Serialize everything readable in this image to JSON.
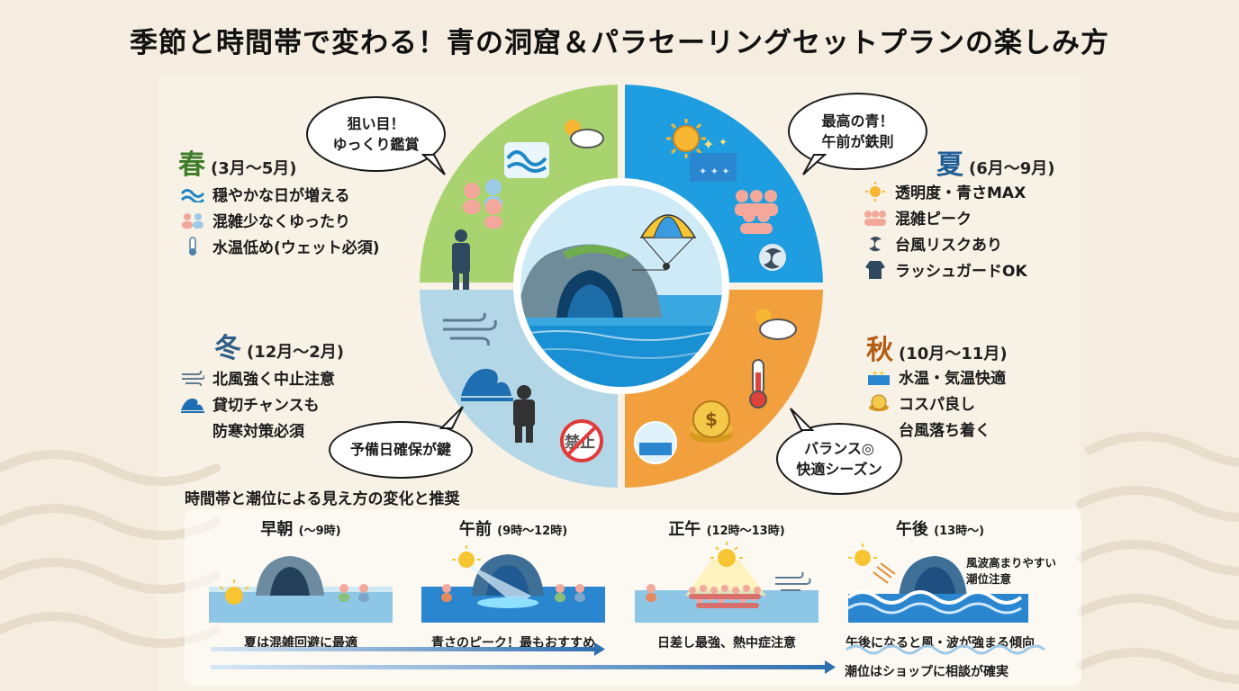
{
  "title": "季節と時間帯で変わる！青の洞窟＆パラセーリングセットプランの楽しみ方",
  "colors": {
    "spring": "#a9d36f",
    "summer": "#1e9ee0",
    "autumn": "#f2a03d",
    "winter": "#b4d7e8",
    "accent_text_spring": "#3f7d2a",
    "accent_text_summer": "#1f5f97",
    "accent_text_autumn": "#b45b12",
    "accent_text_winter": "#2f5f88"
  },
  "seasons": {
    "spring": {
      "kanji": "春",
      "range": "(3月～5月)",
      "bubble": [
        "狙い目！",
        "ゆっくり鑑賞"
      ],
      "items": [
        {
          "icon": "wave-icon",
          "text": "穏やかな日が増える"
        },
        {
          "icon": "people-icon",
          "text": "混雑少なくゆったり"
        },
        {
          "icon": "thermometer-icon",
          "text": "水温低め(ウェット必須)"
        }
      ]
    },
    "summer": {
      "kanji": "夏",
      "range": "(6月～9月)",
      "bubble": [
        "最高の青！",
        "午前が鉄則"
      ],
      "items": [
        {
          "icon": "sun-icon",
          "text": "透明度・青さMAX"
        },
        {
          "icon": "crowd-icon",
          "text": "混雑ピーク"
        },
        {
          "icon": "typhoon-icon",
          "text": "台風リスクあり"
        },
        {
          "icon": "rashguard-icon",
          "text": "ラッシュガードOK"
        }
      ]
    },
    "autumn": {
      "kanji": "秋",
      "range": "(10月～11月)",
      "bubble": [
        "バランス◎",
        "快適シーズン"
      ],
      "items": [
        {
          "icon": "sparkle-water-icon",
          "text": "水温・気温快適"
        },
        {
          "icon": "coin-icon",
          "text": "コスパ良し"
        },
        {
          "icon": "none",
          "text": "台風落ち着く"
        }
      ]
    },
    "winter": {
      "kanji": "冬",
      "range": "(12月～2月)",
      "bubble": [
        "予備日確保が鍵"
      ],
      "items": [
        {
          "icon": "wind-icon",
          "text": "北風強く中止注意"
        },
        {
          "icon": "wave-icon",
          "text": "貸切チャンスも"
        },
        {
          "icon": "none",
          "text": "防寒対策必須"
        }
      ],
      "sign": "禁止"
    }
  },
  "time_of_day": {
    "title": "時間帯と潮位による見え方の変化と推奨",
    "slots": [
      {
        "name": "早朝",
        "sub": "(～9時)",
        "note": "夏は混雑回避に最適"
      },
      {
        "name": "午前",
        "sub": "(9時～12時)",
        "note": "青さのピーク！最もおすすめ"
      },
      {
        "name": "正午",
        "sub": "(12時～13時)",
        "note": "日差し最強、熱中症注意"
      },
      {
        "name": "午後",
        "sub": "(13時～)",
        "note": "午後になると風・波が強まる傾向"
      }
    ],
    "afternoon_warning": [
      "風波高まりやすい",
      "潮位注意"
    ],
    "tide_note": "潮位はショップに相談が確実"
  }
}
